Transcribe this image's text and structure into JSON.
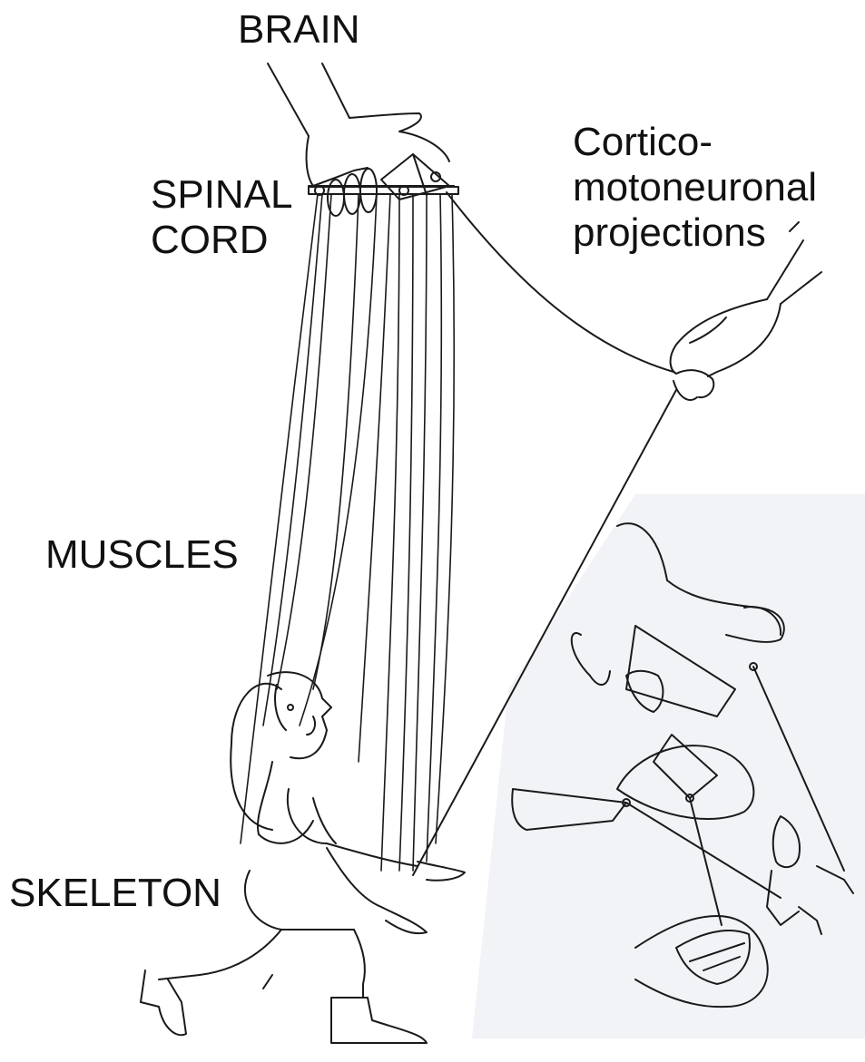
{
  "labels": {
    "brain": "BRAIN",
    "spinal_cord_line1": "SPINAL",
    "spinal_cord_line2": "CORD",
    "cortico_line1": "Cortico-",
    "cortico_line2": "motoneuronal",
    "cortico_line3": "projections",
    "muscles": "MUSCLES",
    "skeleton": "SKELETON"
  },
  "colors": {
    "ink": "#1a1a1a",
    "background": "#ffffff",
    "inset_background": "#f2f3f7"
  }
}
